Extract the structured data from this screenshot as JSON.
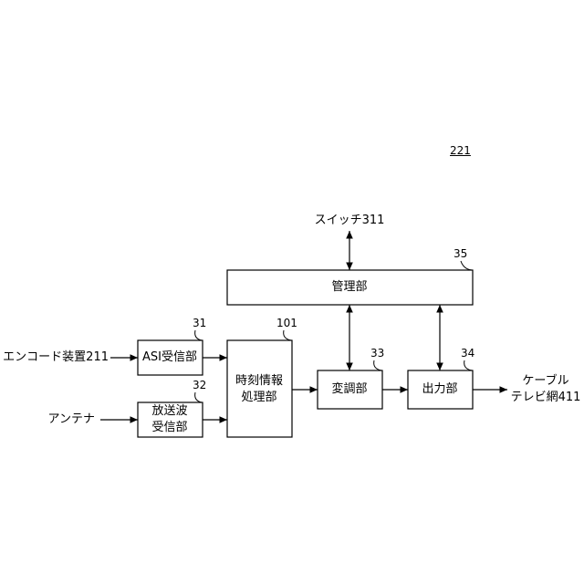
{
  "figure_number": "221",
  "external": {
    "switch": "スイッチ311",
    "encoder": "エンコード装置211",
    "antenna": "アンテナ",
    "cable_line1": "ケーブル",
    "cable_line2": "テレビ網411"
  },
  "blocks": {
    "asi": {
      "label": "ASI受信部",
      "ref": "31"
    },
    "broadcast": {
      "line1": "放送波",
      "line2": "受信部",
      "ref": "32"
    },
    "timeinfo": {
      "line1": "時刻情報",
      "line2": "処理部",
      "ref": "101"
    },
    "modulation": {
      "label": "変調部",
      "ref": "33"
    },
    "output": {
      "label": "出力部",
      "ref": "34"
    },
    "management": {
      "label": "管理部",
      "ref": "35"
    }
  }
}
